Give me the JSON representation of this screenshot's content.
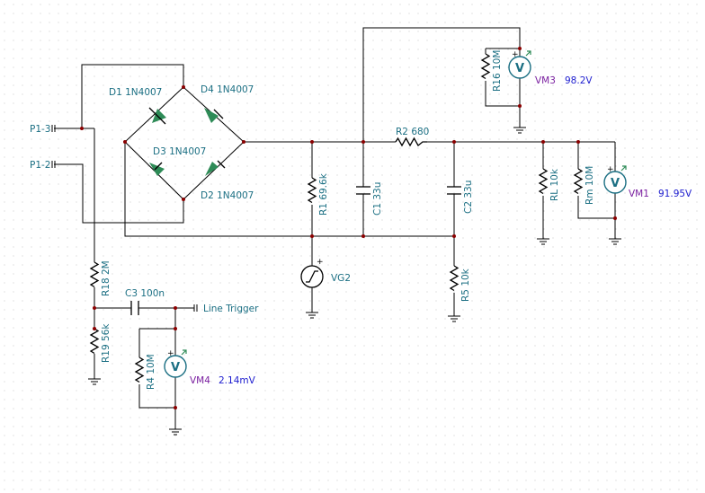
{
  "components": {
    "d1": "D1 1N4007",
    "d2": "D2 1N4007",
    "d3": "D3 1N4007",
    "d4": "D4 1N4007",
    "r1": "R1 69.6k",
    "r2": "R2 680",
    "r4": "R4 10M",
    "r5": "R5 10k",
    "r16": "R16 10M",
    "r18": "R18 2M",
    "r19": "R19 56k",
    "rl": "RL 10k",
    "rm": "Rm 10M",
    "c1": "C1 33u",
    "c2": "C2 33u",
    "c3": "C3 100n",
    "vg2": "VG2"
  },
  "ports": {
    "p13": "P1-3",
    "p12": "P1-2",
    "line_trigger": "Line Trigger"
  },
  "meters": {
    "vm1": {
      "name": "VM1",
      "value": "91.95V",
      "letter": "V"
    },
    "vm3": {
      "name": "VM3",
      "value": "98.2V",
      "letter": "V"
    },
    "vm4": {
      "name": "VM4",
      "value": "2.14mV",
      "letter": "V"
    }
  },
  "colors": {
    "label": "#1b6f83",
    "meter_name": "#7a1fa0",
    "meter_value": "#1d1dcf",
    "junction": "#8b0000",
    "grid_dot": "#c8c8c8"
  }
}
